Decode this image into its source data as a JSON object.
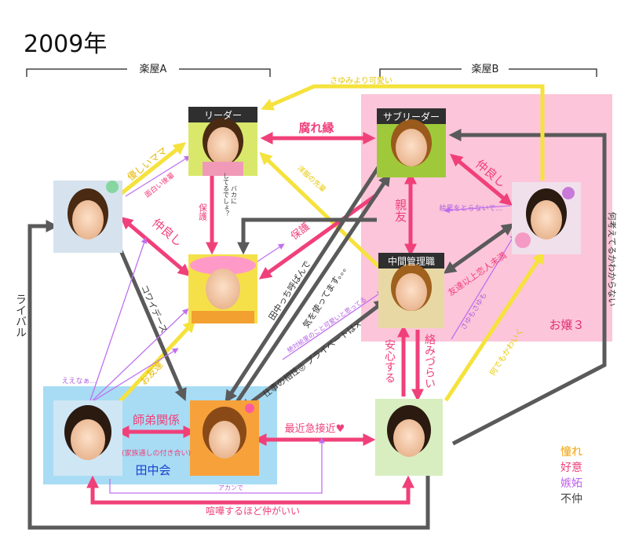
{
  "year_title": "2009年",
  "groups": {
    "room_a": "楽屋A",
    "room_b": "楽屋B",
    "ojou3": "お嬢３",
    "tanaka_kai": "田中会"
  },
  "captions": {
    "leader": "リーダー",
    "sub_leader": "サブリーダー",
    "middle_manager": "中間管理職"
  },
  "legend": [
    {
      "label": "憧れ",
      "color": "#f0a000"
    },
    {
      "label": "好意",
      "color": "#f0407a"
    },
    {
      "label": "嫉妬",
      "color": "#c060f0"
    },
    {
      "label": "不仲",
      "color": "#555555"
    }
  ],
  "relations": {
    "kusareen": "腐れ縁",
    "shinyuu": "親友",
    "nakayoshi_left": "仲良し",
    "nakayoshi_right": "仲良し",
    "yasashii_mama": "優しいママ",
    "omoshiroi_kouhai": "面白い後輩",
    "hogo1": "保護",
    "hogo2": "保護",
    "baka_ni": "バカに\nしてるでしょ？",
    "youfuku": "洋服の先輩",
    "sayumi": "さゆみより可愛い",
    "eri_sato": "絵里をとらないで…",
    "tanaka_yobanaide": "田中っち呼ばんで",
    "ki_wo": "気を使ってます。。。",
    "kowaidesu": "コワイデース",
    "ii_naa": "ええなぁ…",
    "otomodachi": "お友達",
    "shitei": "師弟関係",
    "kazoku": "(家族通しの付き合い)",
    "saikin": "最近急接近♥",
    "akan": "アカンで",
    "kenka": "喧嘩するほど仲がいい",
    "zettai": "絶対絵里のこと可愛いと思ってる",
    "shigoto": "仕事の相性◎ プライベートは×",
    "anshin": "安心する",
    "ayumizurai": "絡みづらい",
    "tomodachi_ijou": "友達以上恋人未満",
    "sayumo": "さゆもさゆも",
    "nandemo": "何でもかわいく",
    "nani_kangae": "何考えてるかわからない",
    "rival": "ライバル"
  }
}
